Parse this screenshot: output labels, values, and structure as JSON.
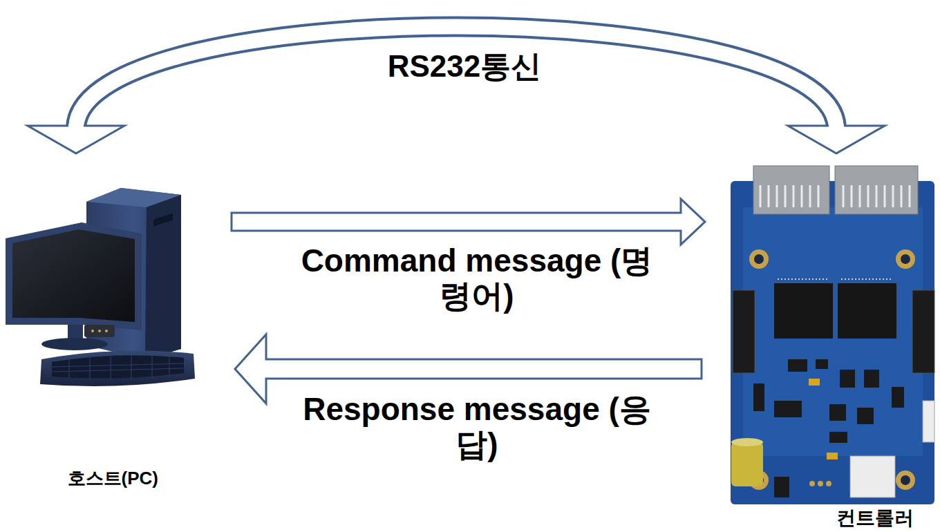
{
  "diagram": {
    "nodes": [
      {
        "text": [
          "호스트(PC)"
        ]
      },
      {
        "text": [
          "컨트롤러"
        ]
      }
    ],
    "edges": [
      {
        "from": 0,
        "to": 1,
        "arrow": "both",
        "label": "RS232통신"
      },
      {
        "from": 0,
        "to": 1,
        "arrow": "to",
        "label": "Command message (명령어)"
      },
      {
        "from": 1,
        "to": 0,
        "arrow": "to",
        "label": "Response message (응답)"
      }
    ]
  }
}
